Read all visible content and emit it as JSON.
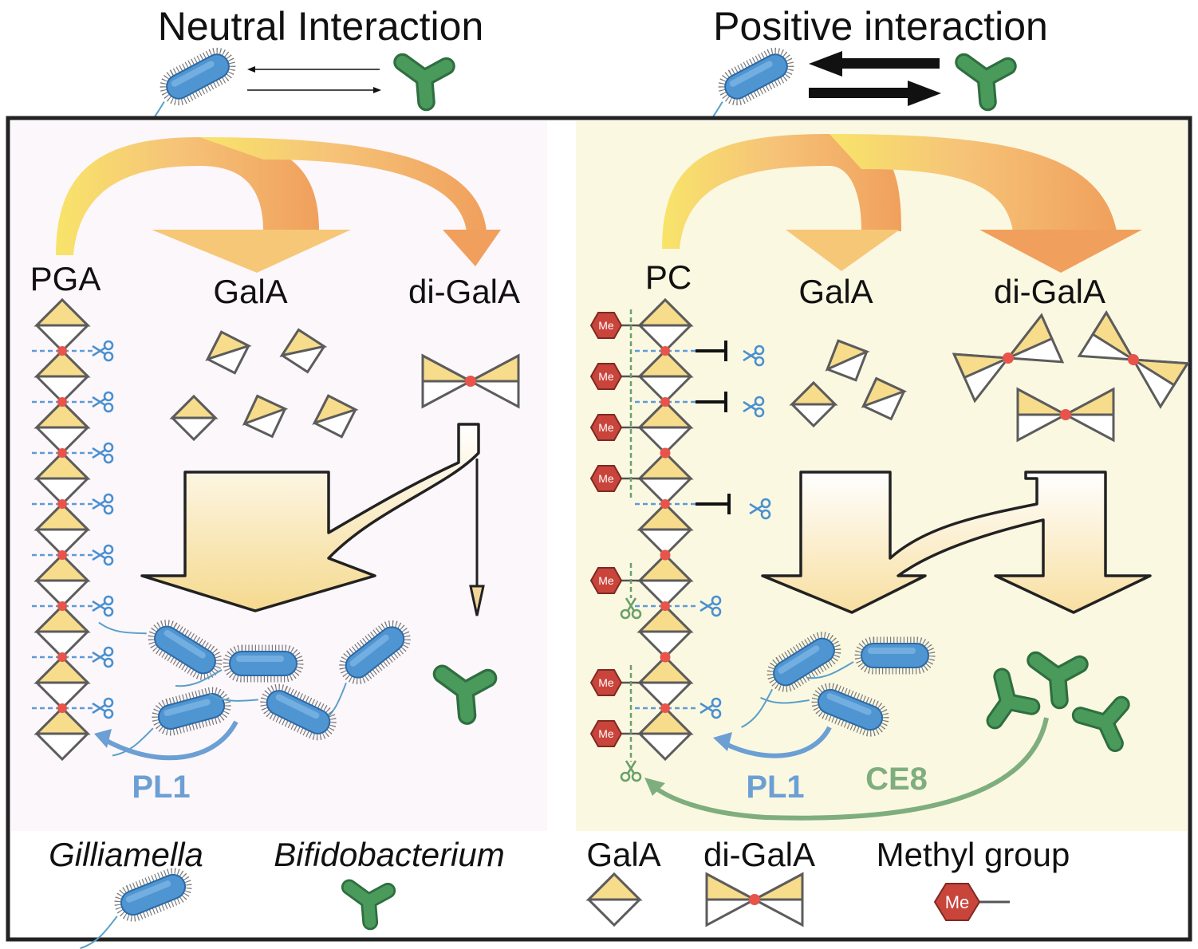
{
  "header": {
    "neutral_title": "Neutral Interaction",
    "positive_title": "Positive interaction"
  },
  "left_panel": {
    "polymer_label": "PGA",
    "monomer_label": "GalA",
    "dimer_label": "di-GalA",
    "enzyme_label": "PL1"
  },
  "right_panel": {
    "polymer_label": "PC",
    "monomer_label": "GalA",
    "dimer_label": "di-GalA",
    "enzyme_pl_label": "PL1",
    "enzyme_ce_label": "CE8",
    "methyl_badge": "Me"
  },
  "legend": {
    "gilliamella": "Gilliamella",
    "bifidobacterium": "Bifidobacterium",
    "gala": "GalA",
    "digala": "di-GalA",
    "methyl": "Methyl group",
    "methyl_badge": "Me"
  },
  "colors": {
    "left_bg": "#fcf7fb",
    "right_bg": "#fbf8e2",
    "bacterium_blue": "#4f95d2",
    "bifido_green": "#4a9a5c",
    "sugar_yellow": "#f7dc8c",
    "bond_red": "#e8534a",
    "pl1_blue": "#6c9fd4",
    "ce8_green": "#7fae7e",
    "methyl_red": "#c9443b"
  }
}
